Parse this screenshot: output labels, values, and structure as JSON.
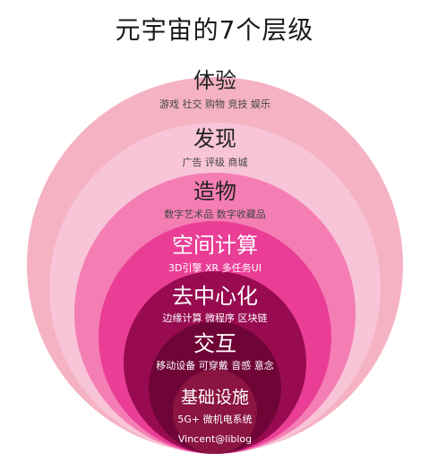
{
  "title": "元宇宙的7个层级",
  "layers": [
    {
      "name": "体验",
      "subtitle": "游戏 社交 购物 竞技 娱乐",
      "color": "#f5b2c3"
    },
    {
      "name": "发现",
      "subtitle": "广告 评级 商城",
      "color": "#f8c4d8"
    },
    {
      "name": "造物",
      "subtitle": "数字艺术品 数字收藏品",
      "color": "#f47eb3"
    },
    {
      "name": "空间计算",
      "subtitle": "3D引擎 XR 多任务UI",
      "color": "#ea3e96"
    },
    {
      "name": "去中心化",
      "subtitle": "边缘计算 微程序 区块链",
      "color": "#980b50"
    },
    {
      "name": "交互",
      "subtitle": "移动设备 可穿戴 音感 意念",
      "color": "#6f0437"
    },
    {
      "name": "基础设施",
      "subtitle": "5G+ 微机电系统",
      "color": "#8b1440"
    }
  ],
  "credit": "Vincent@liblog"
}
